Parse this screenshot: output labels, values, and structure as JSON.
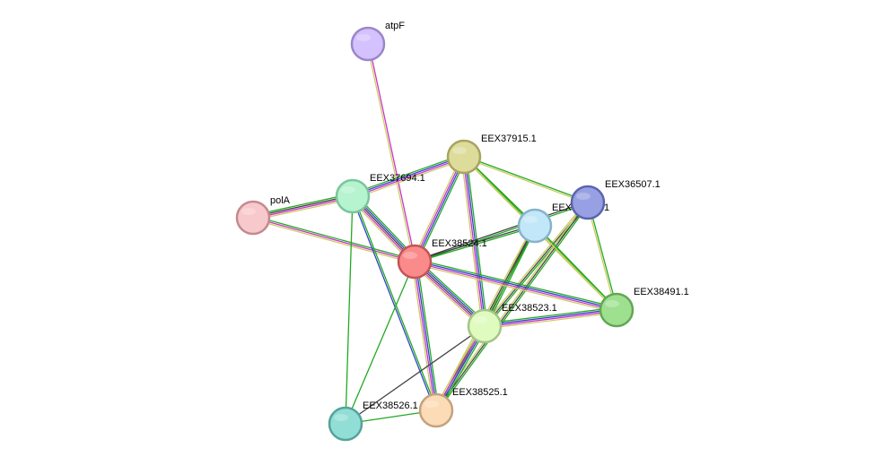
{
  "network": {
    "nodes": [
      {
        "id": "atpF",
        "label": "atpF",
        "fill": "#d3c2fe",
        "stroke": "#9b86c9"
      },
      {
        "id": "EEX37915.1",
        "label": "EEX37915.1",
        "fill": "#dedc9b",
        "stroke": "#a8a45f"
      },
      {
        "id": "EEX37694.1",
        "label": "EEX37694.1",
        "fill": "#b6f3cf",
        "stroke": "#7cc59b"
      },
      {
        "id": "polA",
        "label": "polA",
        "fill": "#f8c9cc",
        "stroke": "#c48a8e"
      },
      {
        "id": "EEX36507.1",
        "label": "EEX36507.1",
        "fill": "#97a0e2",
        "stroke": "#5b64ae"
      },
      {
        "id": "EEX_hidden",
        "label": "EEX",
        "label_tail": "1",
        "fill": "#c2e7f9",
        "stroke": "#86b3c9"
      },
      {
        "id": "EEX38524.1",
        "label": "EEX38524.1",
        "fill": "#fb8a8b",
        "stroke": "#c35456"
      },
      {
        "id": "EEX38491.1",
        "label": "EEX38491.1",
        "fill": "#9fe090",
        "stroke": "#63a755"
      },
      {
        "id": "EEX38523.1",
        "label": "EEX38523.1",
        "fill": "#e0fbbf",
        "stroke": "#a2c685"
      },
      {
        "id": "EEX38525.1",
        "label": "EEX38525.1",
        "fill": "#fcdbb7",
        "stroke": "#c3a27f"
      },
      {
        "id": "EEX38526.1",
        "label": "EEX38526.1",
        "fill": "#91ded6",
        "stroke": "#54a39a"
      }
    ],
    "edges": [
      {
        "source": "atpF",
        "target": "EEX38524.1",
        "colors": [
          "#cc33cc",
          "#cccc66"
        ]
      },
      {
        "source": "polA",
        "target": "EEX37694.1",
        "colors": [
          "#22aa22",
          "#444444",
          "#cc33cc",
          "#cccc66"
        ]
      },
      {
        "source": "polA",
        "target": "EEX38524.1",
        "colors": [
          "#22aa22",
          "#cc33cc",
          "#cccc66"
        ]
      },
      {
        "source": "EEX37694.1",
        "target": "EEX37915.1",
        "colors": [
          "#22aa22",
          "#3344cc",
          "#cc33cc",
          "#cccc66"
        ]
      },
      {
        "source": "EEX37694.1",
        "target": "EEX38524.1",
        "colors": [
          "#22aa22",
          "#3344cc",
          "#444444",
          "#cc33cc",
          "#cccc66"
        ]
      },
      {
        "source": "EEX37694.1",
        "target": "EEX38525.1",
        "colors": [
          "#22aa22",
          "#3344cc"
        ]
      },
      {
        "source": "EEX37694.1",
        "target": "EEX38526.1",
        "colors": [
          "#22aa22"
        ]
      },
      {
        "source": "EEX37915.1",
        "target": "EEX38524.1",
        "colors": [
          "#22aa22",
          "#3344cc",
          "#cc33cc",
          "#cccc66"
        ]
      },
      {
        "source": "EEX37915.1",
        "target": "EEX36507.1",
        "colors": [
          "#22aa22",
          "#cccc66"
        ]
      },
      {
        "source": "EEX37915.1",
        "target": "EEX_hidden",
        "colors": [
          "#22aa22",
          "#cccc66"
        ]
      },
      {
        "source": "EEX37915.1",
        "target": "EEX38523.1",
        "colors": [
          "#22aa22",
          "#3344cc",
          "#cc33cc",
          "#cccc66"
        ]
      },
      {
        "source": "EEX37915.1",
        "target": "EEX38491.1",
        "colors": [
          "#22aa22",
          "#cccc66"
        ]
      },
      {
        "source": "EEX36507.1",
        "target": "EEX38524.1",
        "colors": [
          "#22aa22",
          "#444444"
        ]
      },
      {
        "source": "EEX36507.1",
        "target": "EEX38523.1",
        "colors": [
          "#22aa22",
          "#444444",
          "#cccc66"
        ]
      },
      {
        "source": "EEX36507.1",
        "target": "EEX38491.1",
        "colors": [
          "#22aa22",
          "#cccc66"
        ]
      },
      {
        "source": "EEX36507.1",
        "target": "EEX38525.1",
        "colors": [
          "#22aa22",
          "#444444",
          "#cccc66"
        ]
      },
      {
        "source": "EEX_hidden",
        "target": "EEX38524.1",
        "colors": [
          "#22aa22",
          "#444444"
        ]
      },
      {
        "source": "EEX_hidden",
        "target": "EEX38523.1",
        "colors": [
          "#22aa22",
          "#444444",
          "#cccc66"
        ]
      },
      {
        "source": "EEX_hidden",
        "target": "EEX38491.1",
        "colors": [
          "#22aa22",
          "#cccc66"
        ]
      },
      {
        "source": "EEX_hidden",
        "target": "EEX38525.1",
        "colors": [
          "#22aa22",
          "#444444",
          "#cccc66"
        ]
      },
      {
        "source": "EEX38524.1",
        "target": "EEX38523.1",
        "colors": [
          "#22aa22",
          "#3344cc",
          "#444444",
          "#cc33cc",
          "#cccc66"
        ]
      },
      {
        "source": "EEX38524.1",
        "target": "EEX38491.1",
        "colors": [
          "#22aa22",
          "#3344cc",
          "#cc33cc",
          "#cccc66"
        ]
      },
      {
        "source": "EEX38524.1",
        "target": "EEX38525.1",
        "colors": [
          "#22aa22",
          "#3344cc",
          "#cc33cc",
          "#cccc66"
        ]
      },
      {
        "source": "EEX38524.1",
        "target": "EEX38526.1",
        "colors": [
          "#22aa22"
        ]
      },
      {
        "source": "EEX38523.1",
        "target": "EEX38491.1",
        "colors": [
          "#22aa22",
          "#3344cc",
          "#cc33cc",
          "#cccc66"
        ]
      },
      {
        "source": "EEX38523.1",
        "target": "EEX38525.1",
        "colors": [
          "#22aa22",
          "#3344cc",
          "#cc33cc",
          "#cccc66"
        ]
      },
      {
        "source": "EEX38523.1",
        "target": "EEX38526.1",
        "colors": [
          "#444444"
        ]
      },
      {
        "source": "EEX38525.1",
        "target": "EEX38526.1",
        "colors": [
          "#22aa22"
        ]
      }
    ]
  }
}
